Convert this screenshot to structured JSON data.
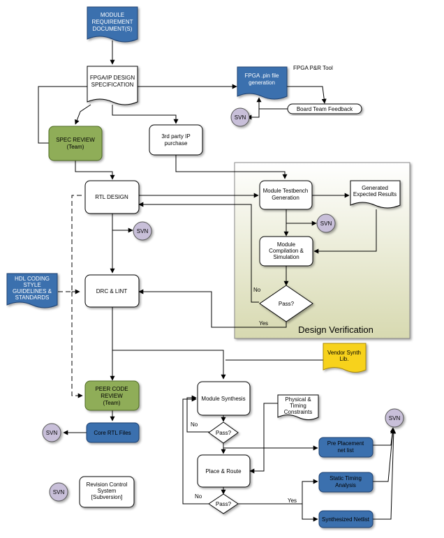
{
  "colors": {
    "blue": "#3a6fae",
    "green": "#8fad58",
    "svn": "#c8bfd9",
    "vendor": "#f7d21e",
    "panel_top": "#ffffff",
    "panel_bottom": "#d7d9b0"
  },
  "nodes": {
    "module_req": [
      "MODULE",
      "REQUIREMENT",
      "DOCUMENT(S)"
    ],
    "fpga_spec": [
      "FPGA/IP DESIGN",
      "SPECIFICATION"
    ],
    "fpga_pin": [
      "FPGA .pin file",
      "generation"
    ],
    "fpga_tool": "FPGA P&R Tool",
    "board_feedback": "Board Team Feedback",
    "spec_review": [
      "SPEC REVIEW",
      "(Team)"
    ],
    "third_party": [
      "3rd party IP",
      "purchase"
    ],
    "rtl_design": "RTL DESIGN",
    "testbench": [
      "Module Testbench",
      "Generation"
    ],
    "expected_results": [
      "Generated",
      "Expected Results"
    ],
    "compilation": [
      "Module",
      "Compilation &",
      "Simulation"
    ],
    "pass": "Pass?",
    "hdl_coding": [
      "HDL CODING",
      "STYLE",
      "GUIDELINES &",
      "STANDARDS"
    ],
    "drc_lint": "DRC & LINT",
    "vendor_lib": [
      "Vendor Synth",
      "Lib."
    ],
    "peer_review": [
      "PEER CODE",
      "REVIEW",
      "(Team)"
    ],
    "core_rtl": "Core RTL Files",
    "module_synth": "Module Synthesis",
    "phys_timing": [
      "Physical &",
      "Timing",
      "Constraints"
    ],
    "pre_placement": [
      "Pre Placement",
      "net list"
    ],
    "place_route": "Place & Route",
    "static_timing": [
      "Static Timing",
      "Analysis"
    ],
    "synth_netlist": "Synthesized Netlist",
    "revision": [
      "Revision Control",
      "System",
      "[Subversion]"
    ],
    "svn": "SVN"
  },
  "labels": {
    "design_verification": "Design Verification",
    "no": "No",
    "yes": "Yes"
  }
}
